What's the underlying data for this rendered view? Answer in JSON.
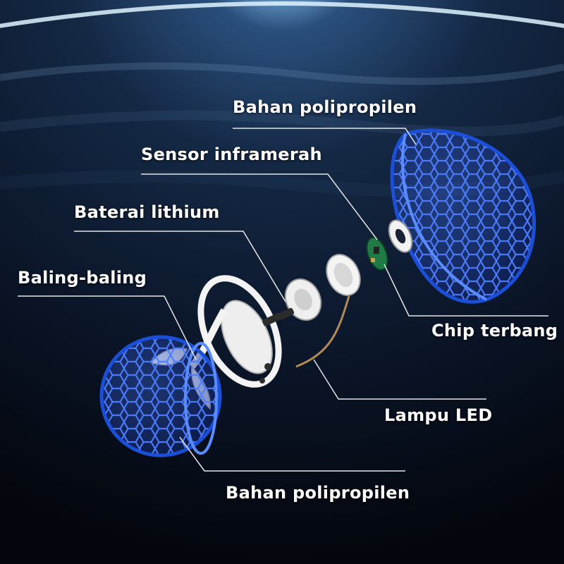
{
  "colors": {
    "space_top": "#0a1a33",
    "space_bottom": "#03060c",
    "earth_glow": "#dff4ff",
    "cage_blue": "#1c4fd8",
    "cage_highlight": "#5b8cff",
    "leader_line": "#e6e6e6",
    "label_text": "#ffffff"
  },
  "labels": {
    "top_material": "Bahan polipropilen",
    "infrared_sensor": "Sensor inframerah",
    "lithium_battery": "Baterai lithium",
    "propeller": "Baling-baling",
    "flight_chip": "Chip terbang",
    "led_lamp": "Lampu LED",
    "bottom_material": "Bahan polipropilen"
  },
  "icons": {
    "top_hemisphere": "blue-cage-hemisphere-icon",
    "bottom_hemisphere": "blue-cage-hemisphere-icon",
    "propeller": "propeller-icon",
    "battery": "battery-icon",
    "sensor": "infrared-sensor-icon",
    "chip": "circuit-chip-icon",
    "led": "led-icon"
  }
}
